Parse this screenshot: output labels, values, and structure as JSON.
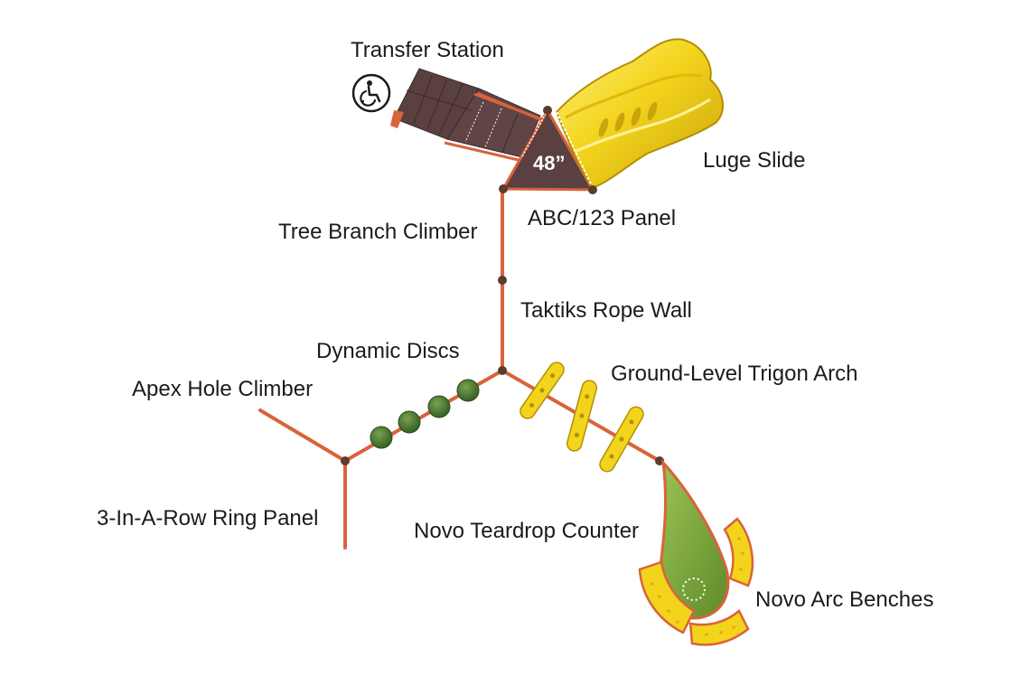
{
  "labels": {
    "transfer_station": "Transfer Station",
    "luge_slide": "Luge Slide",
    "deck_height": "48”",
    "abc_panel": "ABC/123 Panel",
    "tree_branch_climber": "Tree Branch Climber",
    "taktiks_rope_wall": "Taktiks Rope Wall",
    "dynamic_discs": "Dynamic Discs",
    "ground_level_trigon_arch": "Ground-Level Trigon Arch",
    "apex_hole_climber": "Apex Hole Climber",
    "ring_panel": "3-In-A-Row Ring Panel",
    "novo_teardrop_counter": "Novo Teardrop Counter",
    "novo_arc_benches": "Novo Arc Benches"
  },
  "icons": {
    "accessibility": "wheelchair-accessibility-icon"
  },
  "colors": {
    "deck_brown": "#5a4040",
    "post_orange": "#d9633a",
    "slide_yellow": "#f3d41c",
    "counter_green": "#7fa83a",
    "disc_green": "#4d7a35",
    "label_text": "#1b1b1b"
  }
}
